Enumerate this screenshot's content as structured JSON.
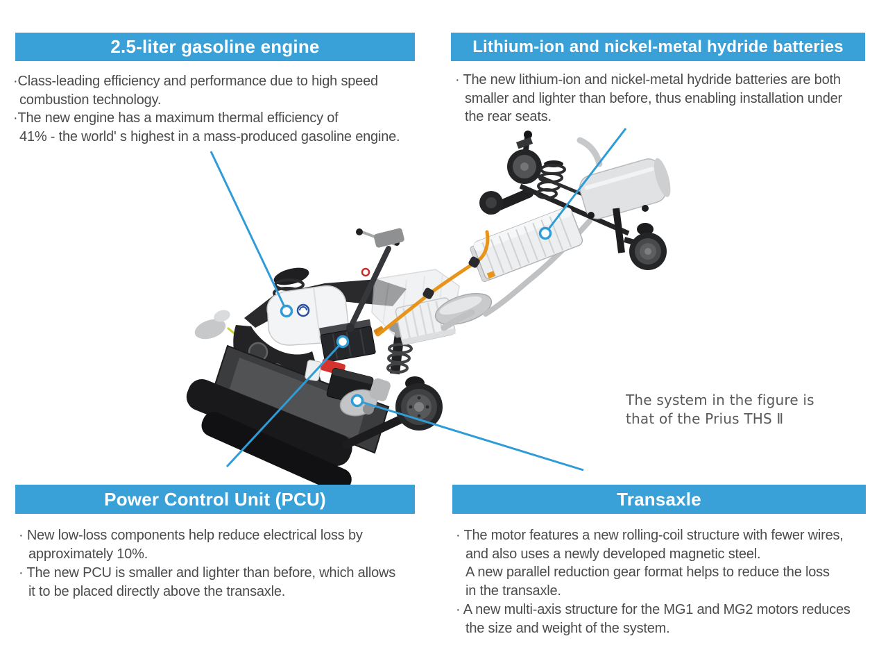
{
  "colors": {
    "header_bg": "#39a0d8",
    "header_text": "#ffffff",
    "body_text": "#4a4b4d",
    "callout_blue": "#2f9cd8",
    "hv_cable_orange": "#e8941a"
  },
  "sections": {
    "engine": {
      "title": "2.5-liter gasoline engine",
      "lines": [
        "·Class-leading efficiency and performance due to high speed",
        "combustion technology.",
        "·The new engine has a maximum thermal efficiency of",
        "41% - the world' s highest in a mass-produced gasoline engine."
      ]
    },
    "batteries": {
      "title": "Lithium-ion and nickel-metal hydride batteries",
      "lines": [
        "· The new lithium-ion and nickel-metal hydride batteries are both",
        "smaller and lighter than before, thus enabling installation under",
        "the rear seats."
      ]
    },
    "pcu": {
      "title": "Power Control Unit (PCU)",
      "lines": [
        "· New low-loss components help reduce electrical loss by",
        "approximately 10%.",
        "· The new PCU is smaller and lighter than before, which allows",
        "it to be placed directly above the transaxle."
      ]
    },
    "transaxle": {
      "title": "Transaxle",
      "lines": [
        "· The motor features a new rolling-coil structure with fewer wires,",
        "and also uses a newly developed magnetic steel.",
        "A new parallel reduction gear format helps to reduce the loss",
        "in the transaxle.",
        "· A new multi-axis structure for the MG1 and MG2 motors reduces",
        "the size and weight of the system."
      ]
    }
  },
  "note": {
    "lines": [
      "The system in the figure is",
      "that of the Prius THS Ⅱ"
    ]
  }
}
